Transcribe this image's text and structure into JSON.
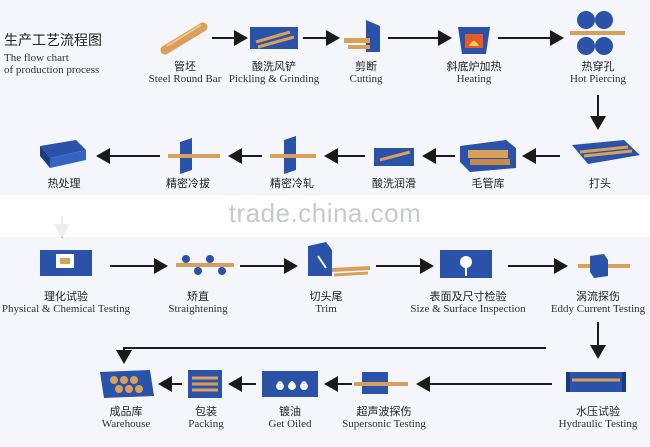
{
  "title": {
    "cn": "生产工艺流程图",
    "en_line1": "The flow chart",
    "en_line2": "of production process"
  },
  "steps": [
    {
      "id": "s1",
      "cn": "管坯",
      "en": "Steel Round Bar",
      "icon": "round-bar-icon"
    },
    {
      "id": "s2",
      "cn": "酸洗风铲",
      "en": "Pickling & Grinding",
      "icon": "pickling-icon"
    },
    {
      "id": "s3",
      "cn": "剪断",
      "en": "Cutting",
      "icon": "cutting-icon"
    },
    {
      "id": "s4",
      "cn": "斜底炉加热",
      "en": "Heating",
      "icon": "furnace-icon"
    },
    {
      "id": "s5",
      "cn": "热穿孔",
      "en": "Hot Piercing",
      "icon": "piercing-icon"
    },
    {
      "id": "s6",
      "cn": "打头",
      "en": "",
      "icon": "heading-icon"
    },
    {
      "id": "s7",
      "cn": "毛管库",
      "en": "",
      "icon": "tube-storage-icon"
    },
    {
      "id": "s8",
      "cn": "酸洗润滑",
      "en": "",
      "icon": "lubrication-icon"
    },
    {
      "id": "s9",
      "cn": "精密冷轧",
      "en": "",
      "icon": "cold-rolling-icon"
    },
    {
      "id": "s10",
      "cn": "精密冷拔",
      "en": "",
      "icon": "cold-drawing-icon"
    },
    {
      "id": "s11",
      "cn": "热处理",
      "en": "",
      "icon": "heat-treatment-icon"
    },
    {
      "id": "s12",
      "cn": "理化试验",
      "en": "Physical & Chemical Testing",
      "icon": "lab-test-icon"
    },
    {
      "id": "s13",
      "cn": "矫直",
      "en": "Straightening",
      "icon": "straightening-icon"
    },
    {
      "id": "s14",
      "cn": "切头尾",
      "en": "Trim",
      "icon": "trim-icon"
    },
    {
      "id": "s15",
      "cn": "表面及尺寸检验",
      "en": "Size & Surface Inspection",
      "icon": "inspection-icon"
    },
    {
      "id": "s16",
      "cn": "涡流探伤",
      "en": "Eddy Current Testing",
      "icon": "eddy-current-icon"
    },
    {
      "id": "s17",
      "cn": "水压试验",
      "en": "Hydraulic Testing",
      "icon": "hydraulic-icon"
    },
    {
      "id": "s18",
      "cn": "超声波探伤",
      "en": "Supersonic Testing",
      "icon": "ultrasonic-icon"
    },
    {
      "id": "s19",
      "cn": "镀油",
      "en": "Get Oiled",
      "icon": "oil-icon"
    },
    {
      "id": "s20",
      "cn": "包装",
      "en": "Packing",
      "icon": "packing-icon"
    },
    {
      "id": "s21",
      "cn": "成品库",
      "en": "Warehouse",
      "icon": "warehouse-icon"
    }
  ],
  "watermark": "trade.china.com",
  "colors": {
    "blue": "#2a52a8",
    "blue_dark": "#1b3a80",
    "tube": "#d9a05a",
    "arrow": "#1a1a1a",
    "bg": "#f4f6fb"
  }
}
